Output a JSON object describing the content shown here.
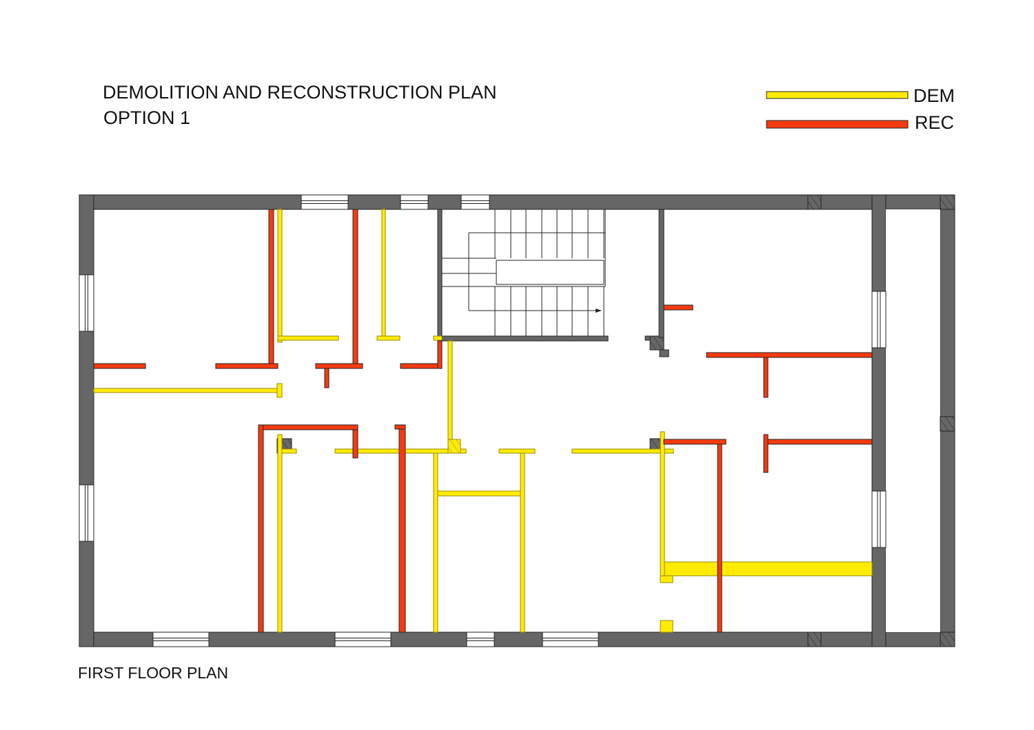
{
  "header": {
    "title": "DEMOLITION AND RECONSTRUCTION PLAN",
    "subtitle": "OPTION 1"
  },
  "legend": [
    {
      "label": "DEM",
      "color": "#ffec00"
    },
    {
      "label": "REC",
      "color": "#f53a10"
    }
  ],
  "plan": {
    "label": "FIRST FLOOR PLAN",
    "wall_color": "#666666"
  }
}
